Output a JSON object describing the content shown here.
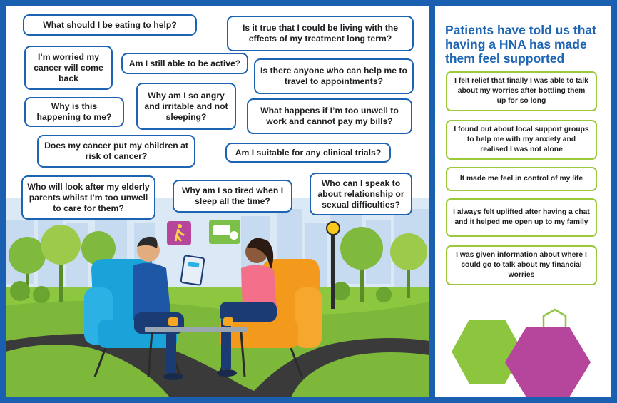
{
  "questions": {
    "q1": "What should I be eating to help?",
    "q2": "Is it true that I could be living with the effects of my treatment long term?",
    "q3": "I’m worried my cancer will come back",
    "q4": "Am I still able to be active?",
    "q5": "Is there anyone who can help me to travel to appointments?",
    "q6": "Why is this happening to me?",
    "q7": "Why am I so angry and irritable and not sleeping?",
    "q8": "What happens if I’m too unwell to work and cannot pay my bills?",
    "q9": "Does my cancer put my children at risk of cancer?",
    "q10": "Am I suitable for any clinical trials?",
    "q11": "Who will look after my elderly parents whilst I’m too unwell to care for them?",
    "q12": "Why am I so tired when I sleep all the time?",
    "q13": "Who can I speak to about relationship or sexual difficulties?"
  },
  "panel": {
    "title": "Patients have told us that having a HNA has made them feel supported",
    "quotes": [
      "I felt relief that finally I was able to talk about my worries after bottling them up for so long",
      "I found out about local support groups to help me with my anxiety and realised I was not alone",
      "It made me feel in control of my life",
      "I always felt uplifted after having a chat and it helped me open up to my family",
      "I was given information about where I could go to talk about my financial worries"
    ]
  },
  "colors": {
    "frame_blue": "#1b5fb0",
    "bubble_border": "#1c63b3",
    "quote_border": "#9bc93a",
    "hex_green": "#8cc63f",
    "hex_magenta": "#b5469b"
  },
  "icons": [
    "exercise-icon",
    "money-icon",
    "tablet-icon",
    "tea-cup-icon",
    "street-lamp-icon"
  ]
}
